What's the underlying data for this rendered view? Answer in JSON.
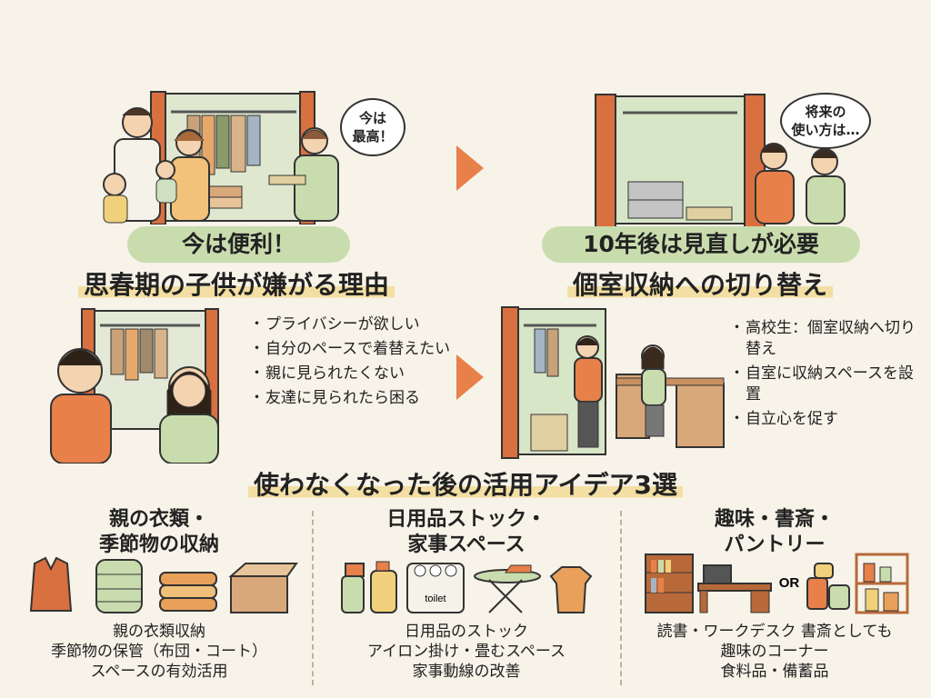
{
  "top_left": {
    "bubble": "今は\n最高！",
    "pill": "今は便利！"
  },
  "top_right": {
    "bubble": "将来の\n使い方は…",
    "pill": "10年後は見直しが必要"
  },
  "middle_left": {
    "heading": "思春期の子供が嫌がる理由",
    "bullets": [
      "プライバシーが欲しい",
      "自分のペースで着替えたい",
      "親に見られたくない",
      "友達に見られたら困る"
    ]
  },
  "middle_right": {
    "heading": "個室収納への切り替え",
    "bullets": [
      "高校生：個室収納へ切り替え",
      "自室に収納スペースを設置",
      "自立心を促す"
    ]
  },
  "ideas_heading": "使わなくなった後の活用アイデア3選",
  "ideas": [
    {
      "title": "親の衣類・\n季節物の収納",
      "desc": [
        "親の衣類収納",
        "季節物の保管（布団・コート）",
        "スペースの有効活用"
      ],
      "icons": [
        "jacket-icon",
        "down-coat-icon",
        "folded-futon-icon",
        "cardboard-box-icon"
      ]
    },
    {
      "title": "日用品ストック・\n家事スペース",
      "desc": [
        "日用品のストック",
        "アイロン掛け・畳むスペース",
        "家事動線の改善"
      ],
      "toilet_label": "toilet",
      "icons": [
        "spray-bottle-icon",
        "detergent-bottle-icon",
        "toilet-paper-icon",
        "ironing-board-icon",
        "folded-shirt-icon"
      ]
    },
    {
      "title": "趣味・書斎・\nパントリー",
      "desc": [
        "読書・ワークデスク 書斎としても",
        "趣味のコーナー",
        "食料品・備蓄品"
      ],
      "or_label": "OR",
      "icons": [
        "bookshelf-icon",
        "desk-icon",
        "canned-food-icon",
        "pantry-shelf-icon"
      ]
    }
  ],
  "colors": {
    "background": "#f7f3e8",
    "pill": "#c9dcae",
    "highlight": "#f3dfa3",
    "accent_orange": "#e8804a",
    "closet_door": "#d9703f",
    "closet_inside": "#d8e6c8"
  }
}
